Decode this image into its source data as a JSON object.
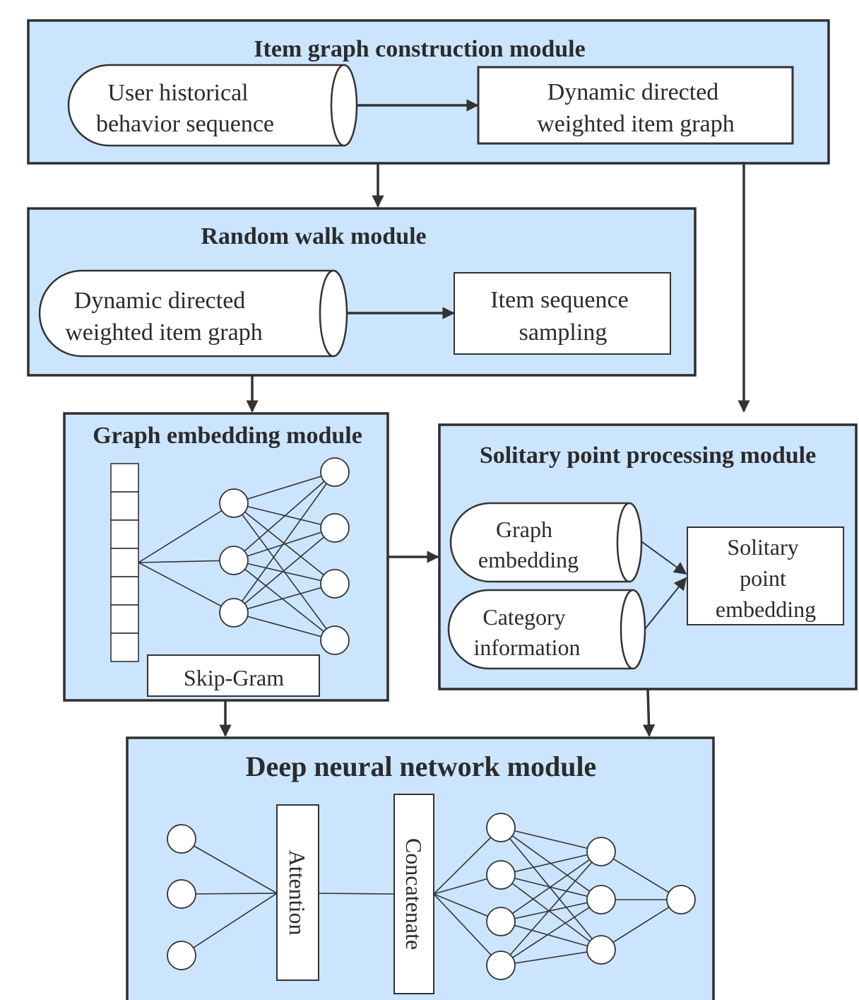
{
  "modules": {
    "item_graph": {
      "title": "Item graph construction module",
      "cylinder": [
        "User historical",
        "behavior sequence"
      ],
      "box": [
        "Dynamic directed",
        "weighted item graph"
      ]
    },
    "random_walk": {
      "title": "Random walk module",
      "cylinder": [
        "Dynamic directed",
        "weighted item graph"
      ],
      "box": [
        "Item sequence",
        "sampling"
      ]
    },
    "graph_embedding": {
      "title": "Graph embedding module",
      "skipgram": "Skip-Gram"
    },
    "solitary": {
      "title": "Solitary point processing module",
      "cylinder_graph": [
        "Graph",
        "embedding"
      ],
      "cylinder_category": [
        "Category",
        "information"
      ],
      "box": [
        "Solitary",
        "point",
        "embedding"
      ]
    },
    "dnn": {
      "title": "Deep neural network module",
      "attention": "Attention",
      "concatenate": "Concatenate"
    }
  },
  "colors": {
    "module_fill": "#cce5ff",
    "stroke": "#2e2e2e",
    "box_fill": "#ffffff"
  }
}
